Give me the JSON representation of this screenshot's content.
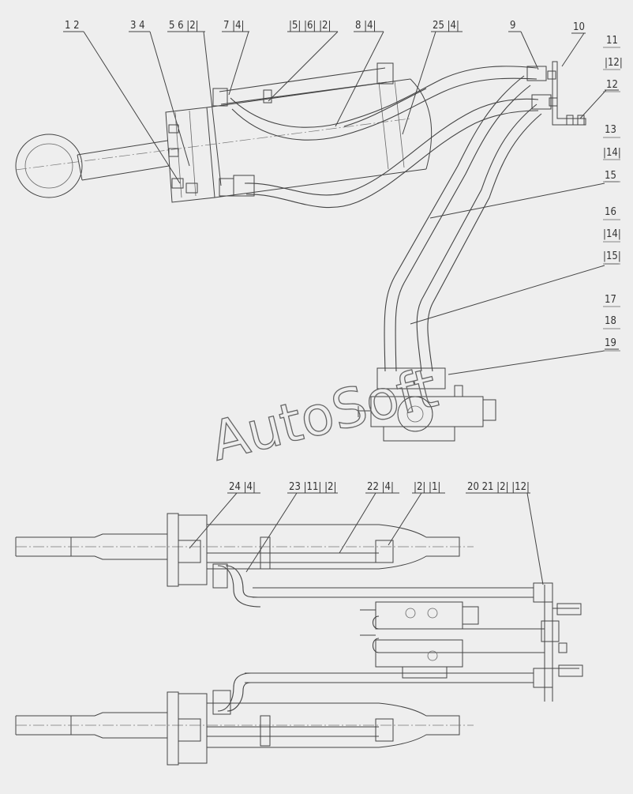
{
  "watermark": "AutoSoft",
  "callouts_top": [
    {
      "id": "c-1-2",
      "text": "1  2"
    },
    {
      "id": "c-3-4",
      "text": "3  4"
    },
    {
      "id": "c-5-6",
      "text": "5  6 |2|"
    },
    {
      "id": "c-7",
      "text": "7 |4|"
    },
    {
      "id": "c-5-6-2",
      "text": "|5| |6| |2|"
    },
    {
      "id": "c-8",
      "text": "8 |4|"
    },
    {
      "id": "c-25",
      "text": "25 |4|"
    },
    {
      "id": "c-9",
      "text": "9"
    },
    {
      "id": "c-10",
      "text": "10"
    },
    {
      "id": "c-11",
      "text": "11"
    },
    {
      "id": "c-12b",
      "text": "|12|"
    },
    {
      "id": "c-12",
      "text": "12"
    },
    {
      "id": "c-13",
      "text": "13"
    },
    {
      "id": "c-14b",
      "text": "|14|"
    },
    {
      "id": "c-15",
      "text": "15"
    },
    {
      "id": "c-16",
      "text": "16"
    },
    {
      "id": "c-14c",
      "text": "|14|"
    },
    {
      "id": "c-15b",
      "text": "|15|"
    },
    {
      "id": "c-17",
      "text": "17"
    },
    {
      "id": "c-18",
      "text": "18"
    },
    {
      "id": "c-19",
      "text": "19"
    }
  ],
  "callouts_bottom": [
    {
      "id": "c-24",
      "text": "24 |4|"
    },
    {
      "id": "c-23",
      "text": "23 |11| |2|"
    },
    {
      "id": "c-22",
      "text": "22 |4|"
    },
    {
      "id": "c-2-1",
      "text": "|2| |1|"
    },
    {
      "id": "c-20-21",
      "text": "20 21 |2| |12|"
    }
  ]
}
